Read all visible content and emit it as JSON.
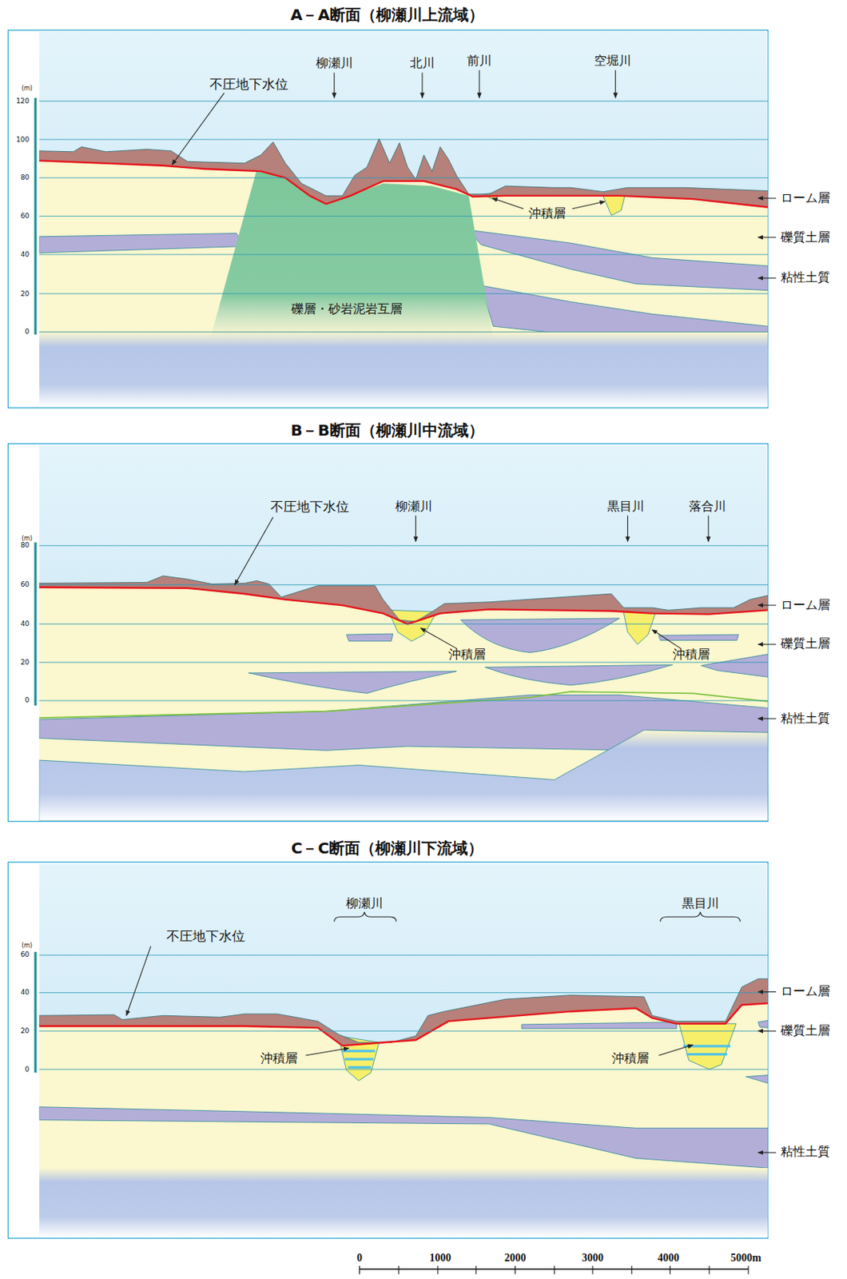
{
  "diagram": {
    "labels": [
      "A－A断面（柳瀬川上流域）",
      "(m)",
      "120",
      "100",
      "80",
      "60",
      "40",
      "20",
      "0",
      "不圧地下水位",
      "柳瀬川",
      "北川",
      "前川",
      "空堀川",
      "沖積層",
      "礫層・砂岩泥岩互層",
      "ローム層",
      "礫質土層",
      "粘性土質",
      "B－B断面（柳瀬川中流域）",
      "(m)",
      "80",
      "60",
      "40",
      "20",
      "0",
      "不圧地下水位",
      "柳瀬川",
      "黒目川",
      "落合川",
      "沖積層",
      "沖積層",
      "ローム層",
      "礫質土層",
      "粘性土質",
      "C－C断面（柳瀬川下流域）",
      "(m)",
      "60",
      "40",
      "20",
      "0",
      "不圧地下水位",
      "柳瀬川",
      "黒目川",
      "沖積層",
      "沖積層",
      "ローム層",
      "礫質土層",
      "粘性土質",
      "0",
      "1000",
      "2000",
      "3000",
      "4000",
      "5000m"
    ]
  }
}
